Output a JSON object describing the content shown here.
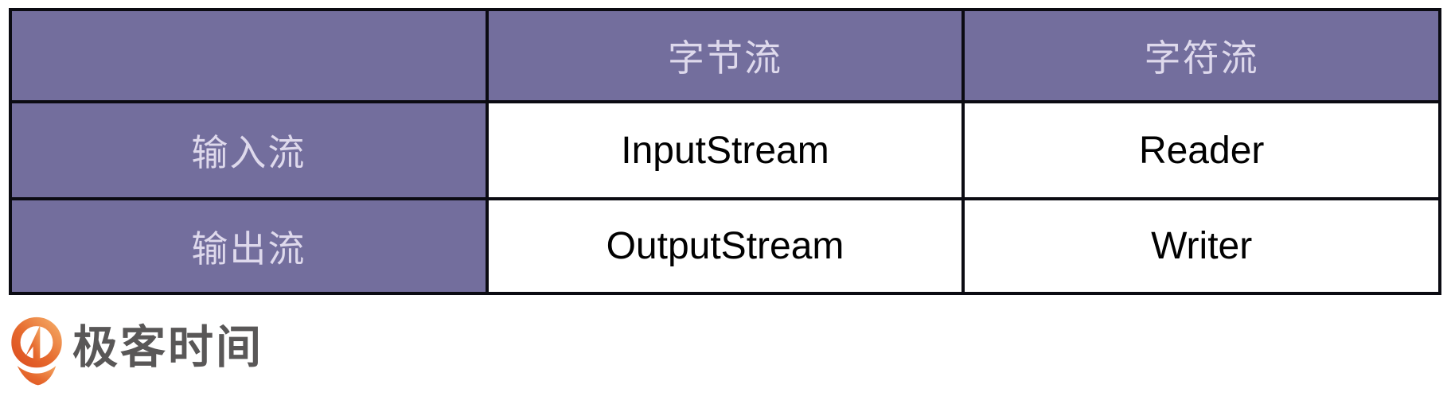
{
  "chart_data": {
    "type": "table",
    "title": "",
    "columns": [
      "",
      "字节流",
      "字符流"
    ],
    "rows": [
      [
        "输入流",
        "InputStream",
        "Reader"
      ],
      [
        "输出流",
        "OutputStream",
        "Writer"
      ]
    ]
  },
  "logo": {
    "text": "极客时间",
    "icon": "geektime-pin-icon"
  },
  "colors": {
    "header_bg": "#736E9D",
    "header_text": "#DED9EC",
    "grid_border": "#0B0B12",
    "cell_bg": "#FFFFFF",
    "cell_text": "#010101",
    "logo_text": "#595757",
    "logo_orange_light": "#F09B5B",
    "logo_orange_dark": "#DD5020"
  }
}
